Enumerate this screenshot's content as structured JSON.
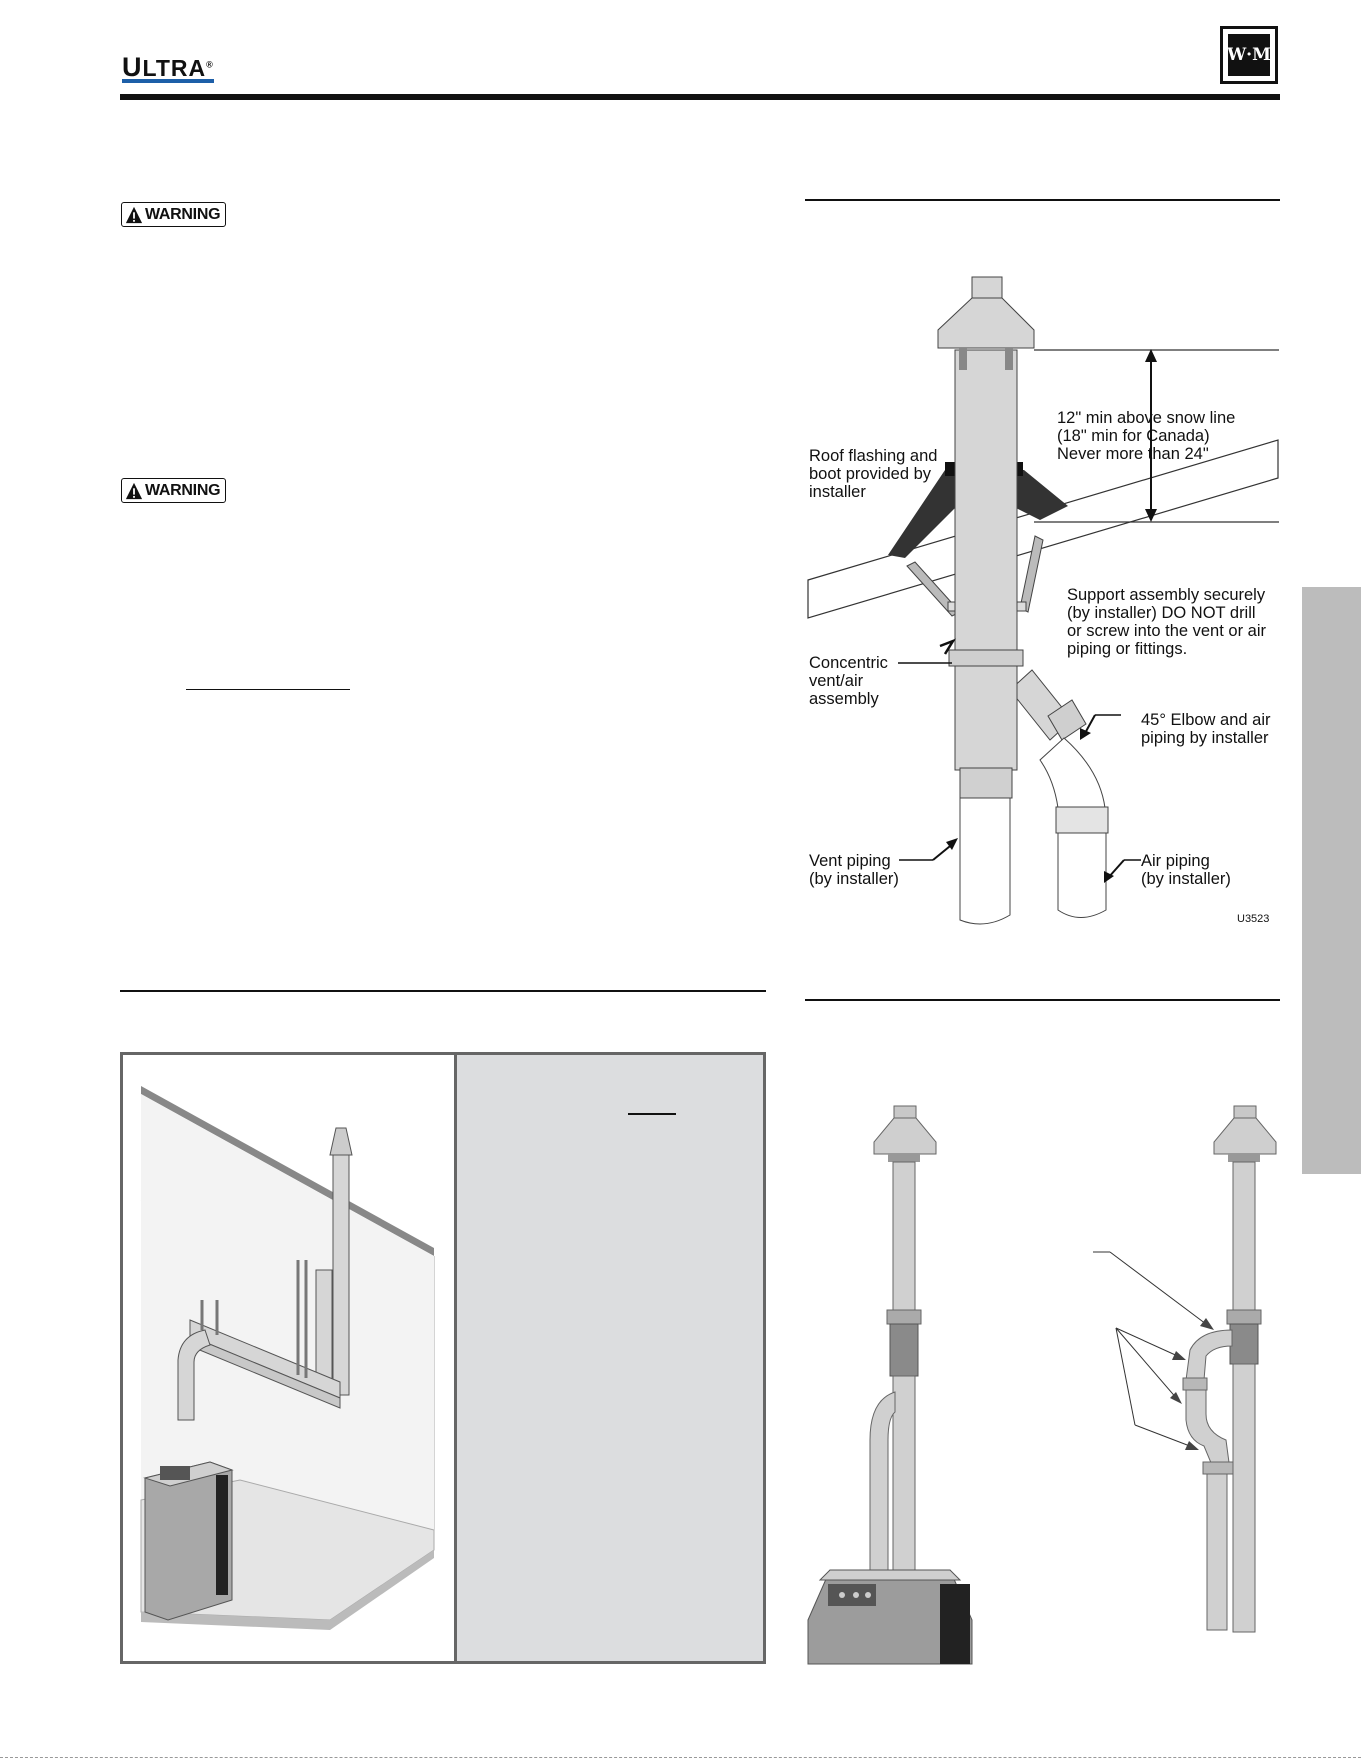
{
  "header": {
    "brand_first": "U",
    "brand_rest": "LTRA",
    "brand_mark": "®",
    "wm_logo": "W·M"
  },
  "warnings": [
    {
      "label": "WARNING",
      "icon": "warning-triangle-icon"
    },
    {
      "label": "WARNING",
      "icon": "warning-triangle-icon"
    }
  ],
  "figure_vent": {
    "labels": {
      "roof_flashing": "Roof flashing and\nboot provided by\ninstaller",
      "snow_line": "12\" min above snow line\n(18\" min for Canada)\nNever more than 24\"",
      "support": "Support assembly securely\n(by installer) DO NOT drill\nor screw into the vent or air\npiping or fittings.",
      "concentric": "Concentric\nvent/air\nassembly",
      "elbow": "45° Elbow and air\npiping by installer",
      "vent_piping": "Vent piping\n(by installer)",
      "air_piping": "Air piping\n(by installer)"
    },
    "code": "U3523"
  },
  "colors": {
    "pipe": "#d6d6d6",
    "side_tab": "#bcbcbc",
    "grey_panel": "#dcdddf",
    "logo_blue": "#1d5fa8"
  }
}
